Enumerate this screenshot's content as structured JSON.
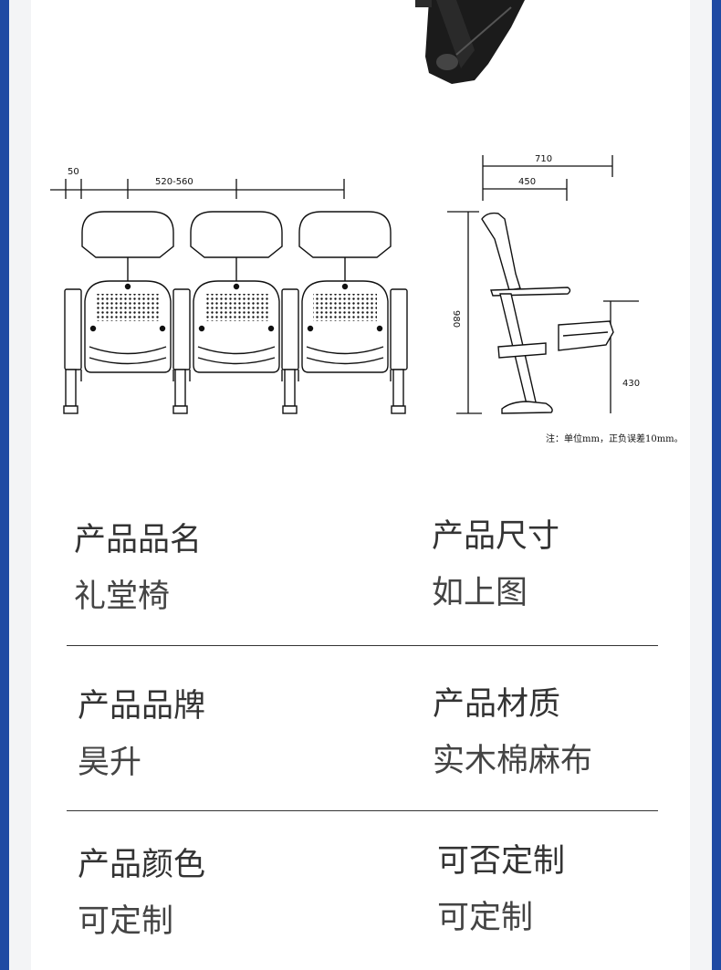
{
  "drawing": {
    "front_view": {
      "seat_count": 3,
      "dim_arm": "50",
      "dim_seat_width": "520-560"
    },
    "side_view": {
      "dim_depth_total": "710",
      "dim_depth_seat": "450",
      "dim_height": "980",
      "dim_seat_height": "430"
    },
    "note": "注：单位mm，正负误差10mm。"
  },
  "specs": [
    {
      "label": "产品品名",
      "value": "礼堂椅"
    },
    {
      "label": "产品尺寸",
      "value": "如上图"
    },
    {
      "label": "产品品牌",
      "value": "昊升"
    },
    {
      "label": "产品材质",
      "value": "实木棉麻布"
    },
    {
      "label": "产品颜色",
      "value": "可定制"
    },
    {
      "label": "可否定制",
      "value": "可定制"
    }
  ],
  "colors": {
    "frame_blue": "#1f4aa3",
    "text": "#333333",
    "line": "#111111"
  }
}
